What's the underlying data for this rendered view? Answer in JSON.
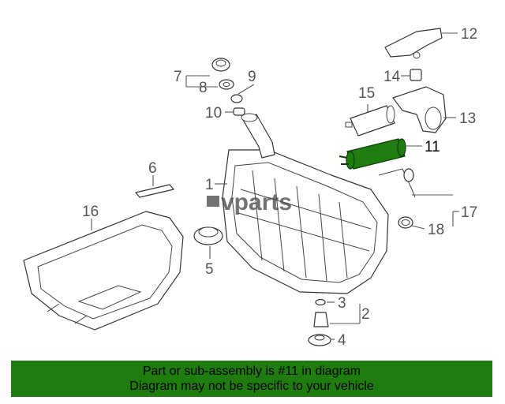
{
  "diagram": {
    "highlight_color": "#1f7d10",
    "callouts": [
      "1",
      "2",
      "3",
      "4",
      "5",
      "6",
      "7",
      "8",
      "9",
      "10",
      "11",
      "12",
      "13",
      "14",
      "15",
      "16",
      "17",
      "18"
    ],
    "watermark": "vparts"
  },
  "banner": {
    "line1": "Part or sub-assembly is #11 in diagram",
    "line2": "Diagram may not be specific to your vehicle",
    "background": "#1f7d10"
  }
}
